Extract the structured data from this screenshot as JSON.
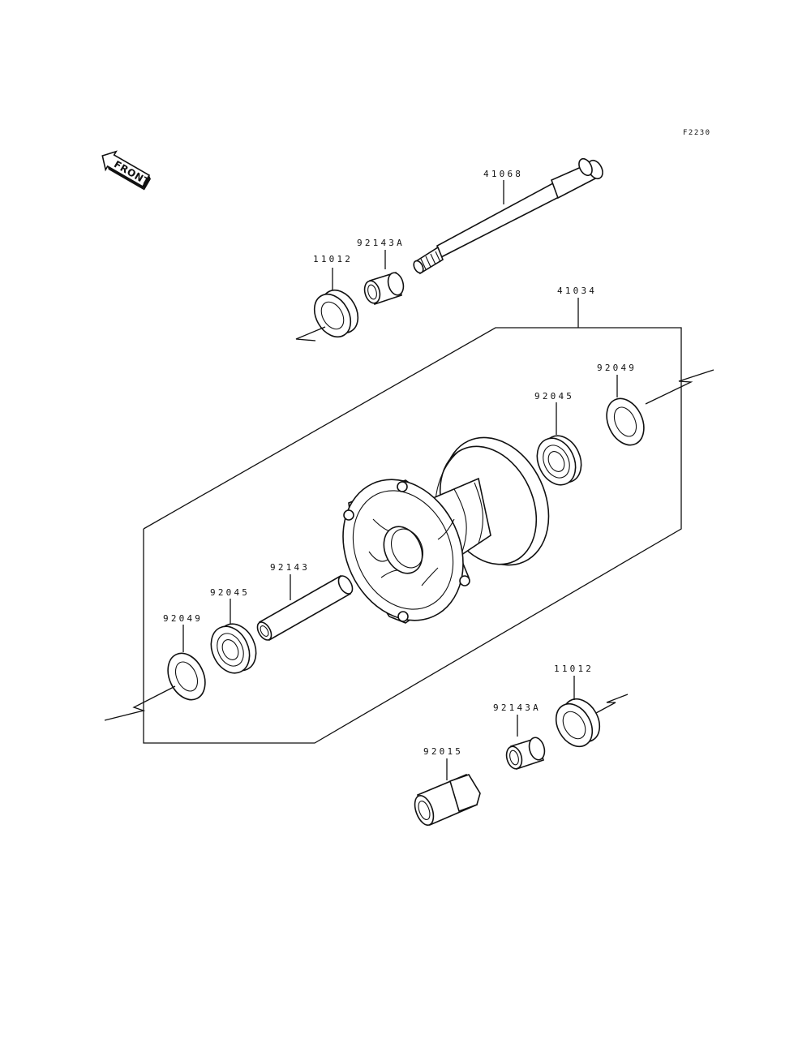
{
  "figure_code": "F2230",
  "front_label": "FRONT",
  "parts": {
    "axle": "41068",
    "hub_assembly": "41034",
    "collar_upper": "92143A",
    "seal_upper": "11012",
    "spacer_right": "92049",
    "bearing_right": "92045",
    "distance_collar": "92143",
    "bearing_left": "92045",
    "spacer_left": "92049",
    "seal_lower": "11012",
    "collar_lower": "92143A",
    "axle_nut": "92015"
  }
}
